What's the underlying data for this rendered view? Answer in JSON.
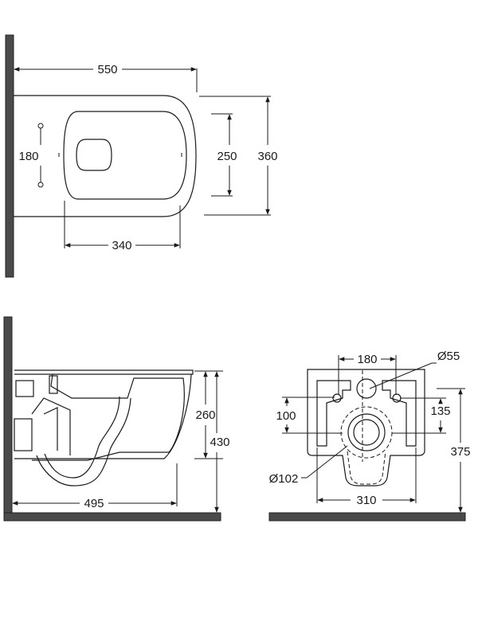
{
  "top_view": {
    "width": "550",
    "seat_height": "180",
    "inner_depth": "250",
    "outer_depth": "360",
    "bowl_width": "340"
  },
  "side_view": {
    "rim_height": "260",
    "total_height": "430",
    "projection": "495"
  },
  "rear_view": {
    "inlet_spacing": "180",
    "inlet_diameter": "Ø55",
    "fixing_height": "100",
    "fixing_height_right": "135",
    "outlet_diameter": "Ø102",
    "width": "310",
    "overall_height": "375"
  }
}
